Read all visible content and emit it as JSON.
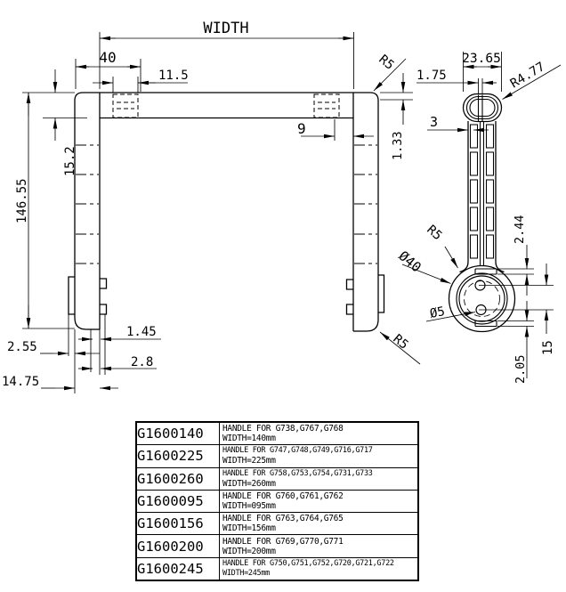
{
  "front_view": {
    "dims": {
      "width": "WIDTH",
      "d40": "40",
      "d11_5": "11.5",
      "d15_2": "15.2",
      "d146_55": "146.55",
      "d9": "9",
      "d1_33": "1.33",
      "r5_top": "R5",
      "r5_bottom": "R5",
      "d1_45": "1.45",
      "d2_55": "2.55",
      "d2_8": "2.8",
      "d14_75": "14.75"
    }
  },
  "side_view": {
    "dims": {
      "d23_65": "23.65",
      "d1_75": "1.75",
      "r4_77": "R4.77",
      "d3": "3",
      "d2_44": "2.44",
      "r5": "R5",
      "dia40": "Ø40",
      "dia5": "Ø5",
      "d15": "15",
      "d2_05": "2.05"
    }
  },
  "table": {
    "rows": [
      {
        "part": "G1600140",
        "desc_line1": "HANDLE FOR G738,G767,G768",
        "desc_line2": "WIDTH=140mm"
      },
      {
        "part": "G1600225",
        "desc_line1": "HANDLE FOR G747,G748,G749,G716,G717",
        "desc_line2": "WIDTH=225mm"
      },
      {
        "part": "G1600260",
        "desc_line1": "HANDLE FOR G758,G753,G754,G731,G733",
        "desc_line2": "WIDTH=260mm"
      },
      {
        "part": "G1600095",
        "desc_line1": "HANDLE FOR G760,G761,G762",
        "desc_line2": "WIDTH=095mm"
      },
      {
        "part": "G1600156",
        "desc_line1": "HANDLE FOR G763,G764,G765",
        "desc_line2": "WIDTH=156mm"
      },
      {
        "part": "G1600200",
        "desc_line1": "HANDLE FOR G769,G770,G771",
        "desc_line2": "WIDTH=200mm"
      },
      {
        "part": "G1600245",
        "desc_line1": "HANDLE FOR G750,G751,G752,G720,G721,G722",
        "desc_line2": "WIDTH=245mm"
      }
    ]
  },
  "colors": {
    "line": "#000000",
    "background": "#ffffff"
  }
}
